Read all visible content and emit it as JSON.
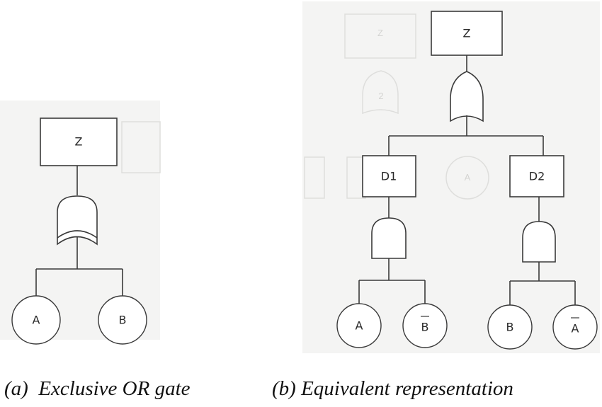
{
  "panel_a": {
    "top_event": "Z",
    "gate": "exclusive-or-gate",
    "inputs": [
      "A",
      "B"
    ],
    "caption": "(a)  Exclusive OR gate"
  },
  "panel_b": {
    "top_event": "Z",
    "top_gate": "or-gate",
    "intermediate": [
      "D1",
      "D2"
    ],
    "sub_gates": [
      "and-gate",
      "and-gate"
    ],
    "d1_inputs": [
      "A",
      "B"
    ],
    "d2_inputs": [
      "B",
      "A"
    ],
    "complemented_inputs": [
      "B",
      "A"
    ],
    "caption": "(b) Equivalent representation"
  },
  "colors": {
    "line": "#3a3a3a",
    "panel_background": "#f4f4f3"
  }
}
